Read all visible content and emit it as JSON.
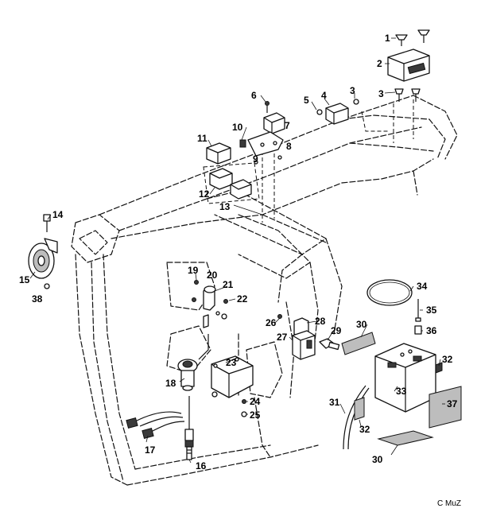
{
  "callouts": {
    "c1": "1",
    "c2": "2",
    "c3a": "3",
    "c3b": "3",
    "c4": "4",
    "c5": "5",
    "c6": "6",
    "c7": "7",
    "c8": "8",
    "c9": "9",
    "c10": "10",
    "c11": "11",
    "c12": "12",
    "c13": "13",
    "c14": "14",
    "c15": "15",
    "c16": "16",
    "c17": "17",
    "c18": "18",
    "c19": "19",
    "c20": "20",
    "c21": "21",
    "c22": "22",
    "c23": "23",
    "c24": "24",
    "c25": "25",
    "c26": "26",
    "c27": "27",
    "c28": "28",
    "c29": "29",
    "c30a": "30",
    "c30b": "30",
    "c31": "31",
    "c32a": "32",
    "c32b": "32",
    "c33": "33",
    "c34": "34",
    "c35": "35",
    "c36": "36",
    "c37": "37",
    "c38": "38"
  },
  "copyright": "C MuZ"
}
